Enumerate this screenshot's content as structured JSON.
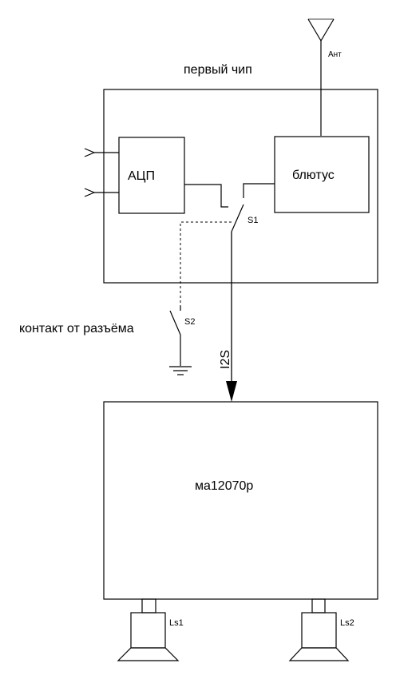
{
  "labels": {
    "antenna": "Ант",
    "chip_title": "первый чип",
    "adc": "АЦП",
    "bluetooth": "блютус",
    "switch1": "S1",
    "switch2": "S2",
    "contact": "контакт от разъёма",
    "bus": "I2S",
    "amplifier": "ма12070р",
    "speaker1": "Ls1",
    "speaker2": "Ls2"
  }
}
